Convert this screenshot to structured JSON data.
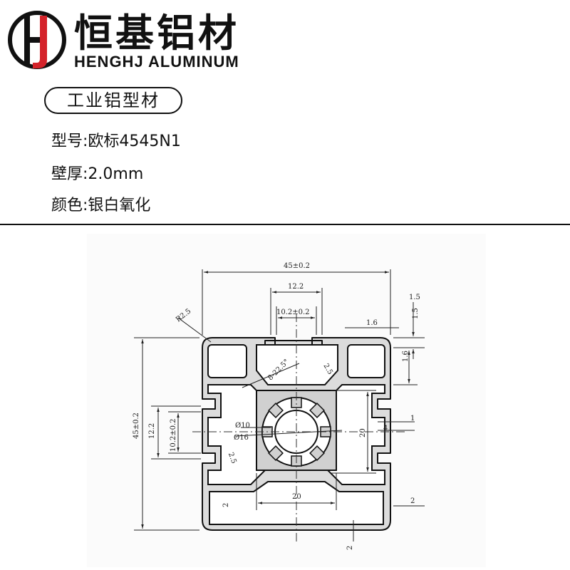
{
  "brand": {
    "name_cn": "恒基铝材",
    "name_en": "HENGHJ ALUMINUM",
    "accent_color": "#d4232a"
  },
  "category": "工业铝型材",
  "specs": {
    "model": "型号:欧标4545N1",
    "wall_thickness": "壁厚:2.0mm",
    "color": "颜色:银白氧化"
  },
  "drawing": {
    "dims": {
      "overall_width": "45±0.2",
      "overall_height": "45±0.2",
      "slot_width_top": "12.2",
      "slot_opening_top": "10.2±0.2",
      "slot_width_side": "12.2",
      "slot_opening_side": "10.2±0.2",
      "corner_radius": "R2.5",
      "lip_1_5_a": "1.5",
      "lip_1_5_b": "1.5",
      "lip_1_6_a": "1.6",
      "lip_1_6_b": "1.6",
      "web_2_5_a": "2.5",
      "web_2_5_b": "2.5",
      "tooth_angle": "8-22.5°",
      "core_20_h": "20",
      "core_20_v": "20",
      "small_1": "1",
      "small_4": "4",
      "small_2_left": "2",
      "small_2_right": "2",
      "small_2_bottom": "2",
      "bore_inner": "Ø10",
      "bore_outer": "Ø16"
    }
  }
}
